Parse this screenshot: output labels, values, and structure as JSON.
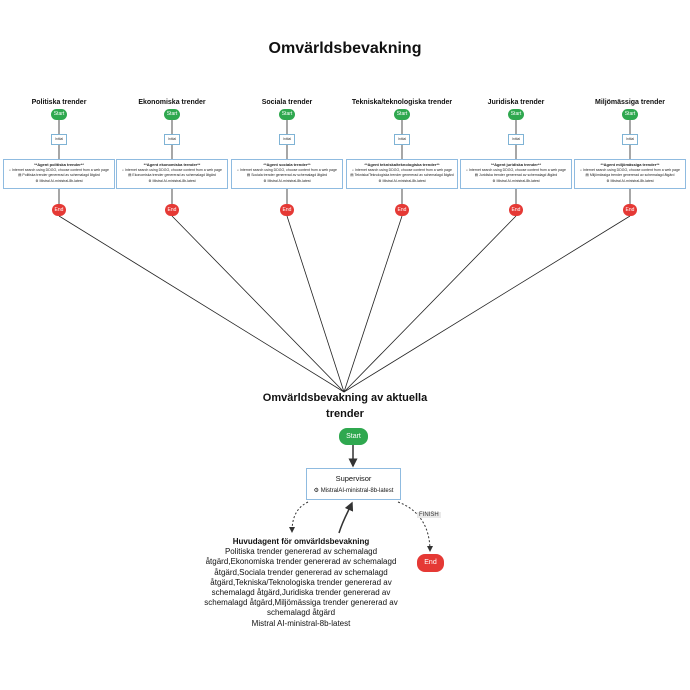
{
  "title": "Omvärldsbevakning",
  "columns": [
    {
      "title": "Politiska trender",
      "start": "Start",
      "node": "Initial",
      "agent_title": "**Agent politiska trender**",
      "agent_lines": [
        "Internet search using DDGO, choose content from a web page",
        "Politiska trender genererad av schemalagd åtgärd",
        "Mistral AI-ministral-8b-latest"
      ],
      "end": "End"
    },
    {
      "title": "Ekonomiska trender",
      "start": "Start",
      "node": "Initial",
      "agent_title": "**Agent ekonomiska trender**",
      "agent_lines": [
        "Internet search using DDGO, choose content from a web page",
        "Ekonomiska trender genererad av schemalagd åtgärd",
        "Mistral AI-ministral-8b-latest"
      ],
      "end": "End"
    },
    {
      "title": "Sociala trender",
      "start": "Start",
      "node": "Initial",
      "agent_title": "**Agent sociala trender**",
      "agent_lines": [
        "Internet search using DDGO, choose content from a web page",
        "Sociala trender genererad av schemalagd åtgärd",
        "Mistral AI-ministral-8b-latest"
      ],
      "end": "End"
    },
    {
      "title": "Tekniska/teknologiska trender",
      "start": "Start",
      "node": "Initial",
      "agent_title": "**Agent tekniska/teknologiska trender**",
      "agent_lines": [
        "Internet search using DDGO, choose content from a web page",
        "Tekniska/Teknologiska trender genererad av schemalagd åtgärd",
        "Mistral AI-ministral-8b-latest"
      ],
      "end": "End"
    },
    {
      "title": "Juridiska trender",
      "start": "Start",
      "node": "Initial",
      "agent_title": "**Agent juridiska trender**",
      "agent_lines": [
        "Internet search using DDGO, choose content from a web page",
        "Juridiska trender genererad av schemalagd åtgärd",
        "Mistral AI-ministral-8b-latest"
      ],
      "end": "End"
    },
    {
      "title": "Miljömässiga trender",
      "start": "Start",
      "node": "Initial",
      "agent_title": "**Agent miljömässiga trender**",
      "agent_lines": [
        "Internet search using DDGO, choose content from a web page",
        "Miljömässiga trender genererad av schemalagd åtgärd",
        "Mistral AI-ministral-8b-latest"
      ],
      "end": "End"
    }
  ],
  "bottom": {
    "title": "Omvärldsbevakning av aktuella trender",
    "start": "Start",
    "supervisor_title": "Supervisor",
    "supervisor_model": "MistralAI-ministral-8b-latest",
    "finish_label": "FINISH",
    "end": "End",
    "huvudagent_title": "Huvudagent för omvärldsbevakning",
    "huvudagent_text": "Politiska trender genererad av schemalagd åtgärd,Ekonomiska trender genererad av schemalagd åtgärd,Sociala trender genererad av schemalagd åtgärd,Tekniska/Teknologiska trender genererad av schemalagd åtgärd,Juridiska trender genererad av schemalagd åtgärd,Miljömässiga trender genererad av schemalagd åtgärd",
    "huvudagent_model": "Mistral AI-ministral-8b-latest"
  },
  "colors": {
    "start": "#2fa84f",
    "end": "#e53935",
    "box_border": "#8fbbe0"
  }
}
